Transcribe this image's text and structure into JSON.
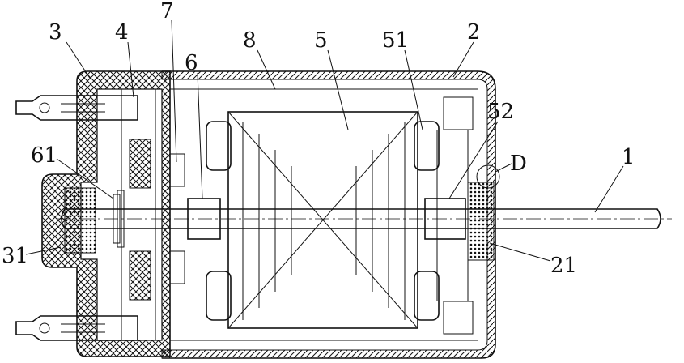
{
  "figure": {
    "labels": {
      "l3": "3",
      "l4": "4",
      "l7": "7",
      "l6": "6",
      "l8": "8",
      "l5": "5",
      "l51": "51",
      "l2": "2",
      "l52": "52",
      "lD": "D",
      "l1": "1",
      "l61": "61",
      "l31": "31",
      "l21": "21"
    },
    "colors": {
      "ink": "#111111",
      "paper": "#ffffff"
    }
  }
}
